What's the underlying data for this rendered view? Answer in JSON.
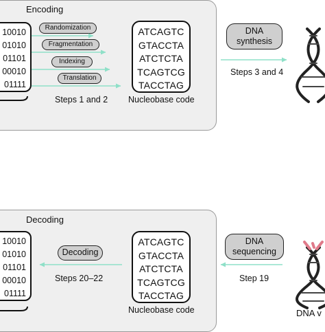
{
  "encoding": {
    "title": "Encoding",
    "bits": [
      "10010",
      "01010",
      "01101",
      "00010",
      "01111"
    ],
    "operations": [
      "Randomization",
      "Fragmentation",
      "Indexing",
      "Translation"
    ],
    "steps_label": "Steps 1 and 2",
    "sequences": [
      "ATCAGTC",
      "GTACCTA",
      "ATCTCTA",
      "TCAGTCG",
      "TACCTAG"
    ],
    "code_label": "Nucleobase code",
    "action_lines": [
      "DNA",
      "synthesis"
    ],
    "action_steps": "Steps 3 and 4"
  },
  "decoding": {
    "title": "Decoding",
    "bits": [
      "10010",
      "01010",
      "01101",
      "00010",
      "01111"
    ],
    "operation": "Decoding",
    "steps_label": "Steps 20–22",
    "sequences": [
      "ATCAGTC",
      "GTACCTA",
      "ATCTCTA",
      "TCAGTCG",
      "TACCTAG"
    ],
    "code_label": "Nucleobase code",
    "action_lines": [
      "DNA",
      "sequencing"
    ],
    "action_steps": "Step 19",
    "dna_caption": "DNA v"
  },
  "colors": {
    "arrow": "#8fe0c8",
    "panel_bg": "#efefef",
    "pill_bg": "#cfcfcf",
    "helix_base": "#222222",
    "helix_accent": "#e07a8a"
  }
}
